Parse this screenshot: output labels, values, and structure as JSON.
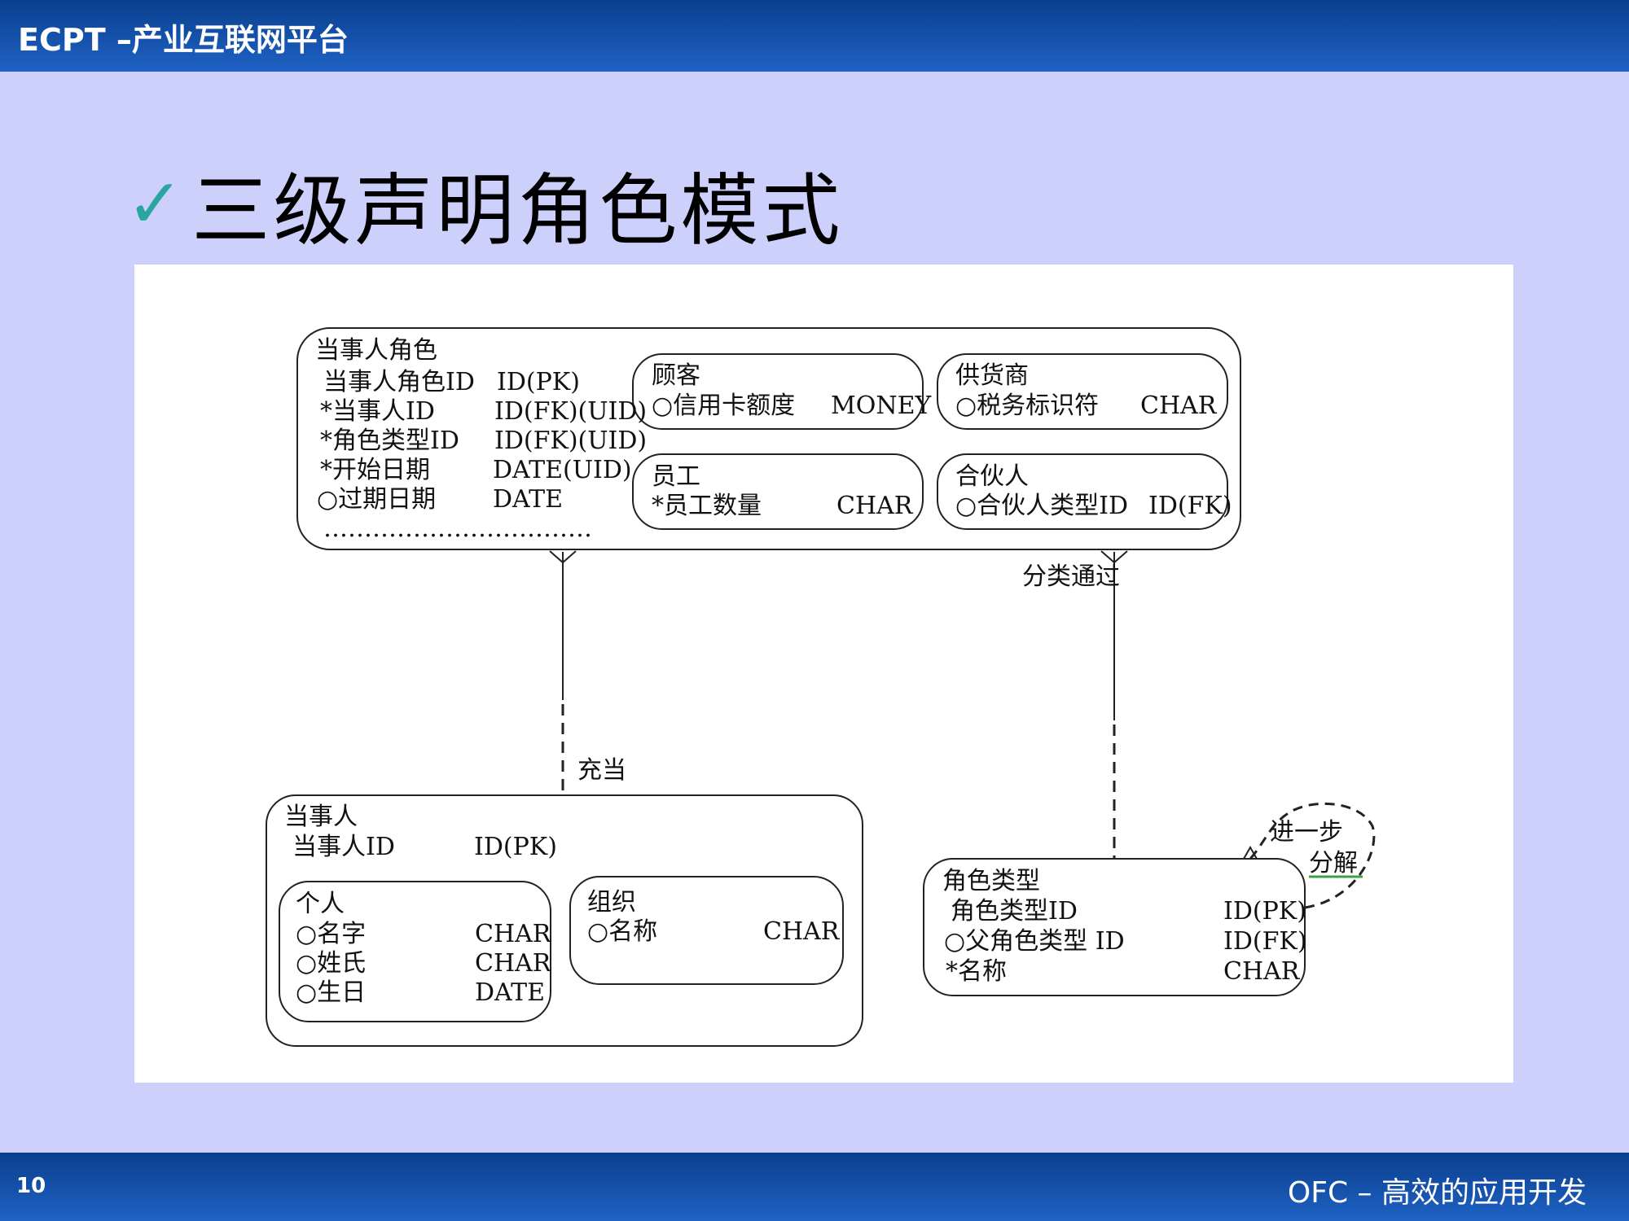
{
  "header": {
    "title": "ECPT –产业互联网平台"
  },
  "slide": {
    "check": "✓",
    "title": "三级声明角色模式"
  },
  "diagram": {
    "party_role": {
      "title": "当事人角色",
      "rows": [
        {
          "name": "当事人角色ID",
          "type": "ID(PK)"
        },
        {
          "name": "*当事人ID",
          "type": "ID(FK)(UID)"
        },
        {
          "name": "*角色类型ID",
          "type": "ID(FK)(UID)"
        },
        {
          "name": "*开始日期",
          "type": "DATE(UID)"
        },
        {
          "name": "○过期日期",
          "type": "DATE"
        }
      ],
      "ellipsis": "……………………………",
      "customer": {
        "title": "顾客",
        "attr": "○信用卡额度",
        "type": "MONEY"
      },
      "supplier": {
        "title": "供货商",
        "attr": "○税务标识符",
        "type": "CHAR"
      },
      "employee": {
        "title": "员工",
        "attr": "*员工数量",
        "type": "CHAR"
      },
      "partner": {
        "title": "合伙人",
        "attr": "○合伙人类型ID",
        "type": "ID(FK)"
      }
    },
    "party": {
      "title": "当事人",
      "id_name": "当事人ID",
      "id_type": "ID(PK)",
      "person": {
        "title": "个人",
        "rows": [
          {
            "name": "○名字",
            "type": "CHAR"
          },
          {
            "name": "○姓氏",
            "type": "CHAR"
          },
          {
            "name": "○生日",
            "type": "DATE"
          }
        ]
      },
      "organization": {
        "title": "组织",
        "attr": "○名称",
        "type": "CHAR"
      }
    },
    "role_type": {
      "title": "角色类型",
      "rows": [
        {
          "name": "角色类型ID",
          "type": "ID(PK)"
        },
        {
          "name": "○父角色类型 ID",
          "type": "ID(FK)"
        },
        {
          "name": "*名称",
          "type": "CHAR"
        }
      ]
    },
    "labels": {
      "act_as": "充当",
      "classified_by": "分类通过",
      "further_1": "进一步",
      "further_2": "分解"
    }
  },
  "footer": {
    "page": "10",
    "text": "OFC – 高效的应用开发"
  }
}
